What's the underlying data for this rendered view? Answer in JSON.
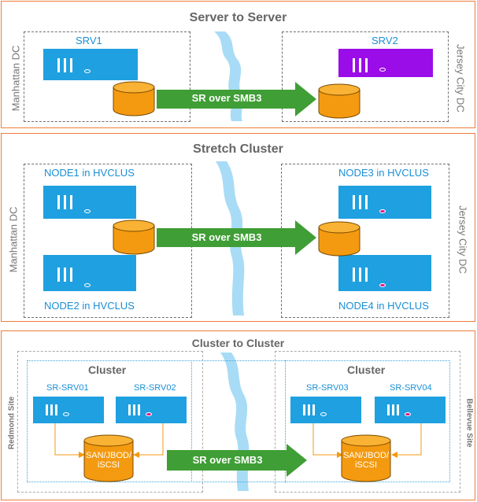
{
  "colors": {
    "panel_border": "#ee7d3a",
    "server_blue": "#1fa0e0",
    "server_purple": "#9b0de8",
    "disk_orange": "#f49a10",
    "arrow_green": "#3f9e35",
    "river": "#a8dcf6",
    "label_blue": "#1a8fd6",
    "led_pink": "#e2137e"
  },
  "panels": [
    {
      "title": "Server to Server",
      "left_site": "Manhattan DC",
      "right_site": "Jersey City DC",
      "servers": [
        {
          "label": "SRV1"
        },
        {
          "label": "SRV2"
        }
      ],
      "arrow_label": "SR over SMB3"
    },
    {
      "title": "Stretch Cluster",
      "left_site": "Manhattan DC",
      "right_site": "Jersey City DC",
      "servers": [
        {
          "label": "NODE1 in HVCLUS"
        },
        {
          "label": "NODE2 in HVCLUS"
        },
        {
          "label": "NODE3 in HVCLUS"
        },
        {
          "label": "NODE4 in HVCLUS"
        }
      ],
      "arrow_label": "SR over SMB3"
    },
    {
      "title": "Cluster to Cluster",
      "left_site": "Redmond Site",
      "right_site": "Bellevue Site",
      "clusters": [
        {
          "title": "Cluster",
          "servers": [
            {
              "label": "SR-SRV01"
            },
            {
              "label": "SR-SRV02"
            }
          ],
          "storage": "SAN/JBOD/\niSCSI"
        },
        {
          "title": "Cluster",
          "servers": [
            {
              "label": "SR-SRV03"
            },
            {
              "label": "SR-SRV04"
            }
          ],
          "storage": "SAN/JBOD/\niSCSI"
        }
      ],
      "arrow_label": "SR over SMB3"
    }
  ]
}
